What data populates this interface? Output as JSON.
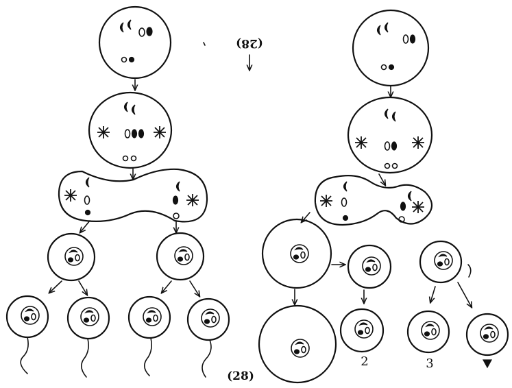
{
  "figure": {
    "label_top": "(28)",
    "label_bottom": "(28)",
    "numbers": [
      "2",
      "3"
    ]
  },
  "colors": {
    "ink": "#111111",
    "paper": "#ffffff"
  }
}
